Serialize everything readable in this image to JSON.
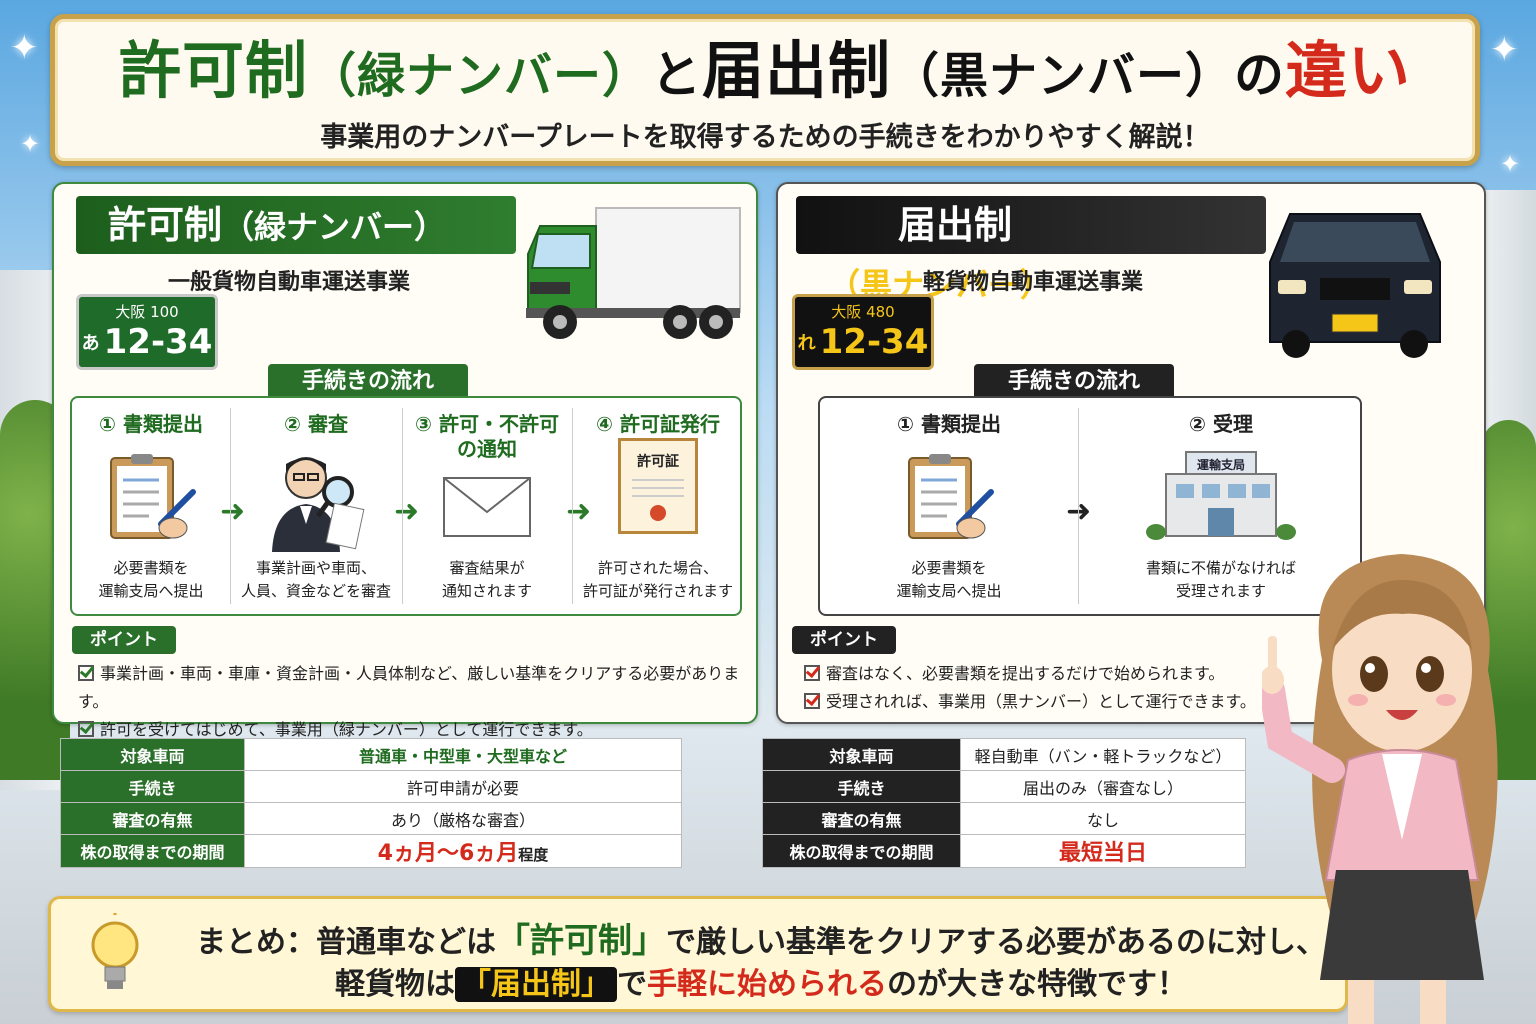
{
  "title": {
    "part1": "許可制",
    "part2": "（緑ナンバー）",
    "part3": "と",
    "part4": "届出制",
    "part5": "（黒ナンバー）",
    "part6": "の",
    "part7": "違い",
    "subtitle": "事業用のナンバープレートを取得するための手続きをわかりやすく解説！"
  },
  "left": {
    "banner_main": "許可制",
    "banner_paren": "（緑ナンバー）",
    "business": "一般貨物自動車運送事業",
    "plate_top": "大阪 100",
    "plate_kana": "あ",
    "plate_number": "12-34",
    "flow_label": "手続きの流れ",
    "steps": [
      {
        "title": "① 書類提出",
        "desc1": "必要書類を",
        "desc2": "運輸支局へ提出"
      },
      {
        "title": "② 審査",
        "desc1": "事業計画や車両、",
        "desc2": "人員、資金などを審査"
      },
      {
        "title1": "③ 許可・不許可",
        "title2": "の通知",
        "desc1": "審査結果が",
        "desc2": "通知されます"
      },
      {
        "title": "④ 許可証発行",
        "desc1": "許可された場合、",
        "desc2": "許可証が発行されます"
      }
    ],
    "certificate_label": "許可証",
    "point_label": "ポイント",
    "points": [
      "事業計画・車両・車庫・資金計画・人員体制など、厳しい基準をクリアする必要があります。",
      "許可を受けてはじめて、事業用（緑ナンバー）として運行できます。"
    ],
    "table": [
      {
        "label": "対象車両",
        "value": "普通車・中型車・大型車など"
      },
      {
        "label": "手続き",
        "value": "許可申請が必要"
      },
      {
        "label": "審査の有無",
        "value": "あり（厳格な審査）"
      },
      {
        "label": "株の取得までの期間",
        "value": "4ヵ月〜6ヵ月",
        "suffix": "程度"
      }
    ]
  },
  "right": {
    "banner_main": "届出制",
    "banner_paren": "（黒ナンバー）",
    "business": "軽貨物自動車運送事業",
    "plate_top": "大阪 480",
    "plate_kana": "れ",
    "plate_number": "12-34",
    "flow_label": "手続きの流れ",
    "steps": [
      {
        "title": "① 書類提出",
        "desc1": "必要書類を",
        "desc2": "運輸支局へ提出"
      },
      {
        "title": "② 受理",
        "desc1": "書類に不備がなければ",
        "desc2": "受理されます"
      }
    ],
    "office_sign": "運輸支局",
    "point_label": "ポイント",
    "points": [
      "審査はなく、必要書類を提出するだけで始められます。",
      "受理されれば、事業用（黒ナンバー）として運行できます。"
    ],
    "table": [
      {
        "label": "対象車両",
        "value": "軽自動車（バン・軽トラックなど）"
      },
      {
        "label": "手続き",
        "value": "届出のみ（審査なし）"
      },
      {
        "label": "審査の有無",
        "value": "なし"
      },
      {
        "label": "株の取得までの期間",
        "value": "最短当日"
      }
    ]
  },
  "summary": {
    "l1_a": "まとめ：普通車などは",
    "l1_kw": "「許可制」",
    "l1_b": "で厳しい基準をクリアする必要があるのに対し、",
    "l2_a": "軽貨物は",
    "l2_kw": "「届出制」",
    "l2_b": "で",
    "l2_red": "手軽に始められる",
    "l2_c": "のが大きな特徴です！"
  },
  "colors": {
    "green": "#1f6b1f",
    "black": "#111111",
    "red": "#d42a1c",
    "gold": "#c8a24a",
    "yellow": "#f5c518"
  }
}
